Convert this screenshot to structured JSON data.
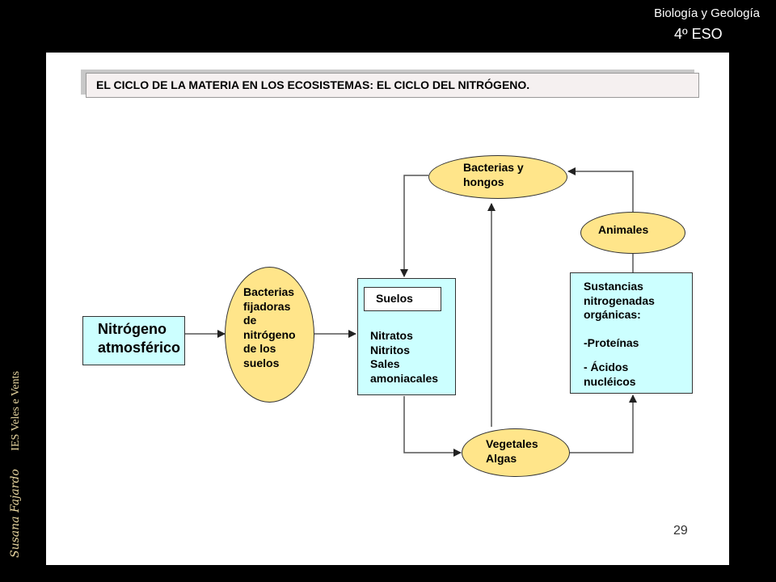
{
  "header": {
    "subject": "Biología y Geología",
    "level": "4º ESO"
  },
  "side_credits": {
    "author": "Susana Fajardo",
    "school": "IES Veles e Vents"
  },
  "title": "EL CICLO DE LA MATERIA EN LOS ECOSISTEMAS: EL CICLO DEL NITRÓGENO.",
  "nodes": {
    "nitrogeno": "Nitrógeno\natmosférico",
    "bacterias_fijadoras": "Bacterias\nfijadoras\nde\nnitrógeno\nde los\nsuelos",
    "suelos_label": "Suelos",
    "suelos_content": "Nitratos\nNitritos\nSales\namoniacales",
    "bacterias_hongos": "Bacterias y\nhongos",
    "animales": "Animales",
    "sustancias_title": "Sustancias\nnitrogenadas\norgánicas:",
    "proteinas": "-Proteínas",
    "acidos": "- Ácidos\nnucléicos",
    "vegetales": "Vegetales\nAlgas"
  },
  "page_number": "29"
}
